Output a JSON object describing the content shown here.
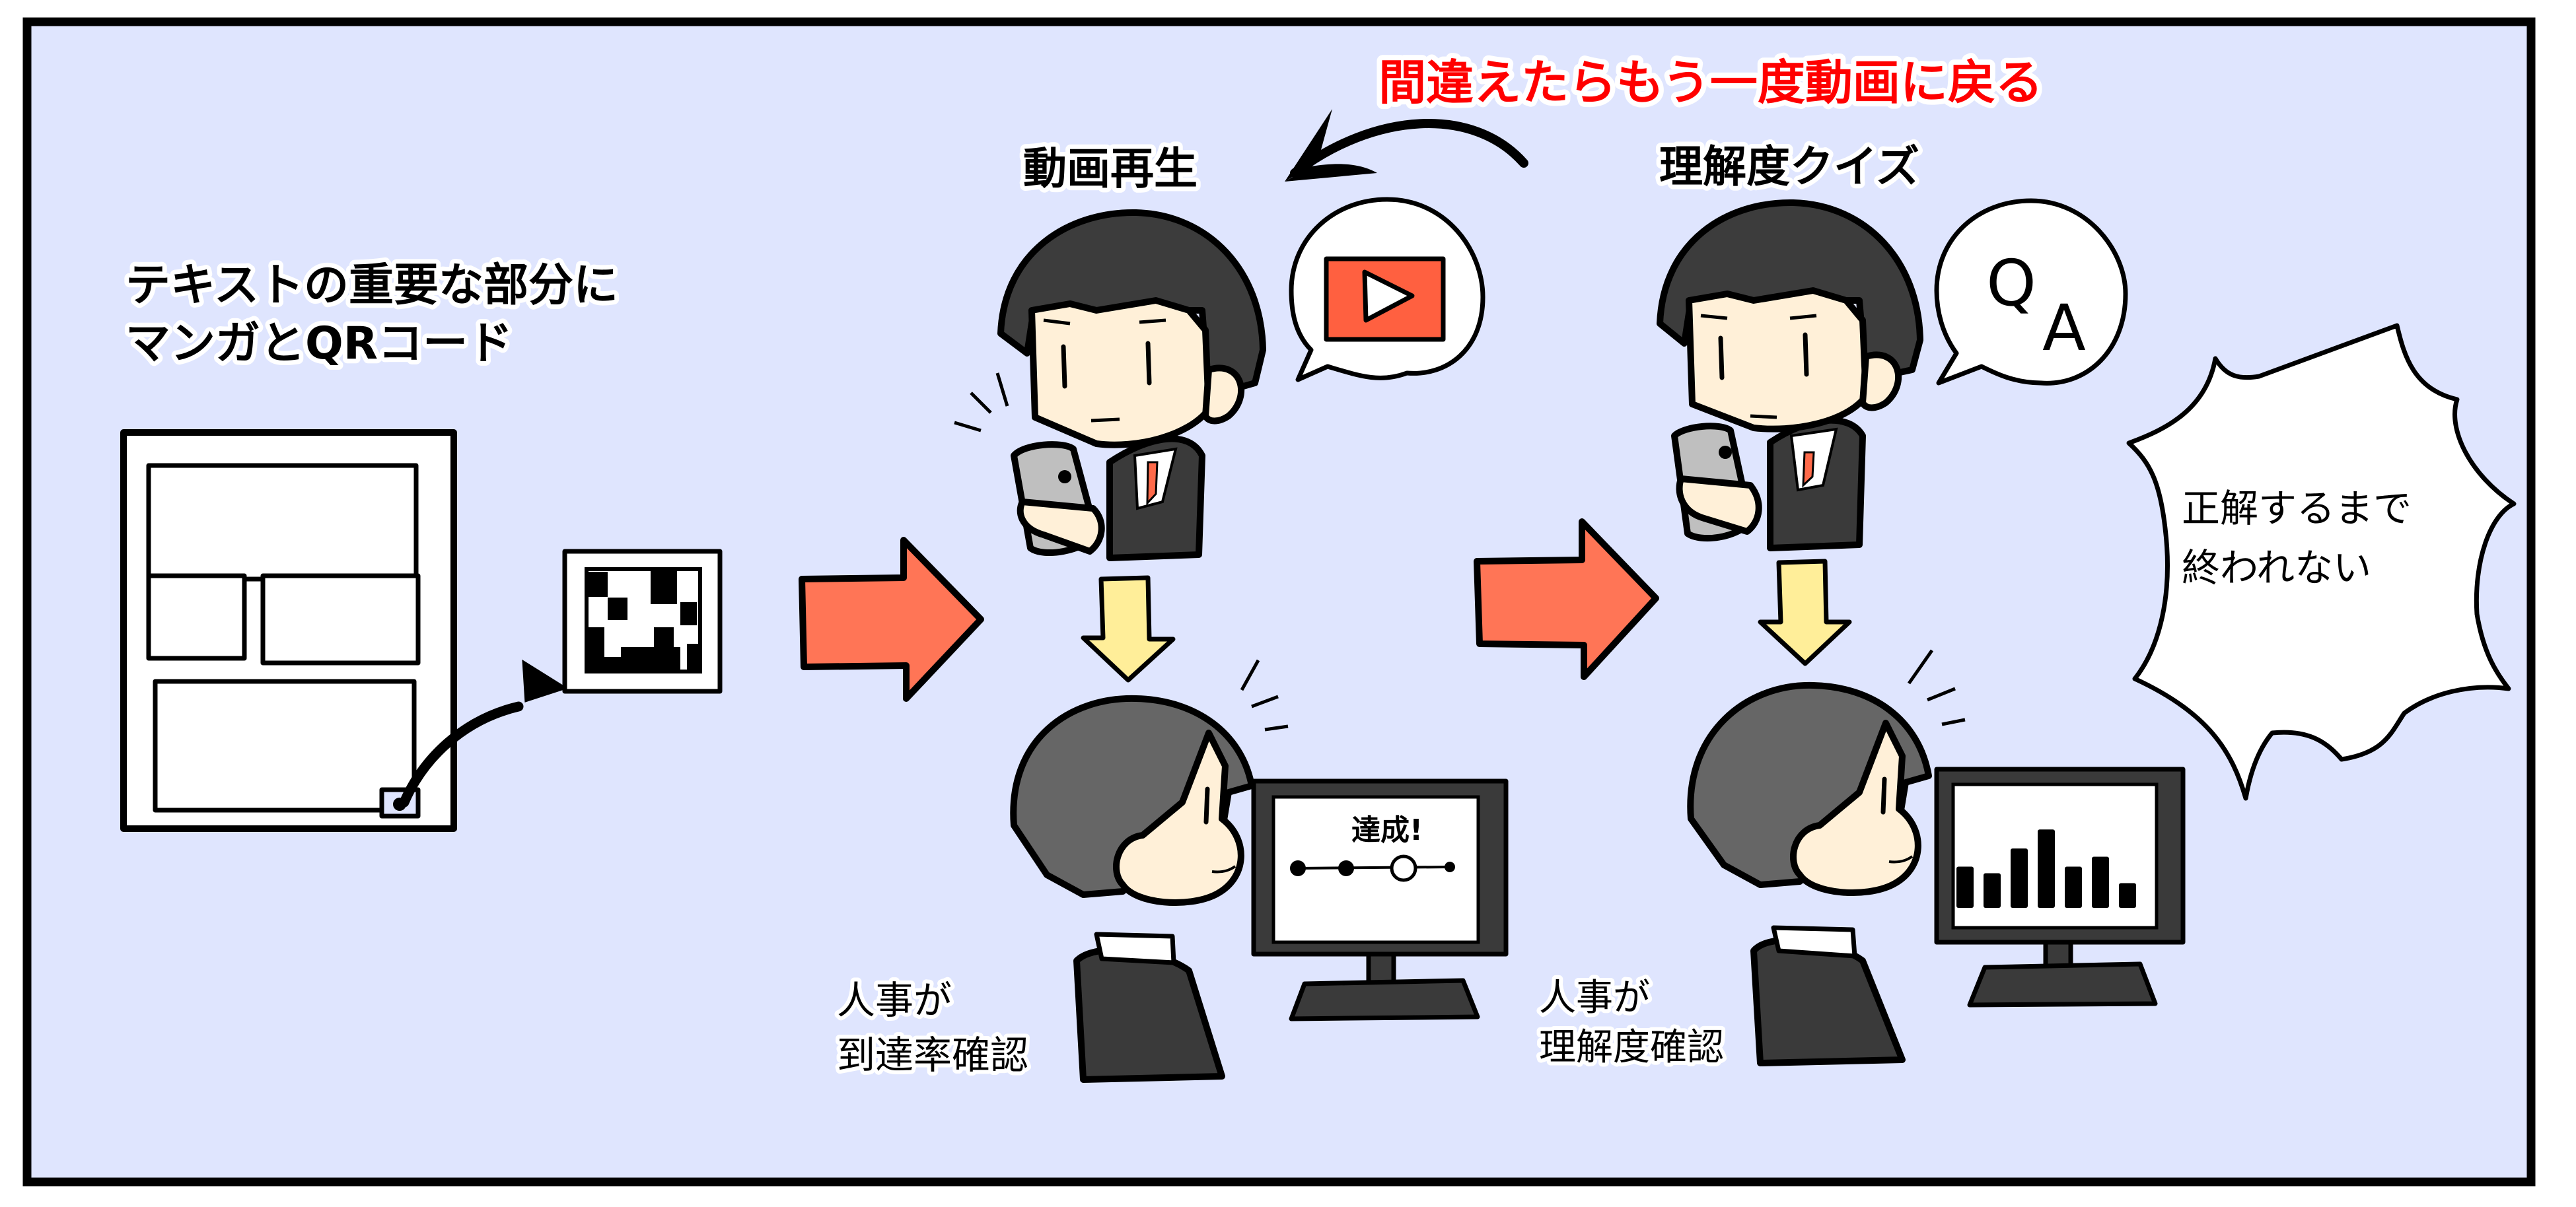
{
  "colors": {
    "panel_bg": "#dfe5fe",
    "frame": "#000000",
    "headline_red": "#ff0000",
    "flow_arrow": "#ff7556",
    "down_arrow": "#ffee99",
    "skin": "#fff0d8",
    "hair_dark": "#3c3c3c",
    "hair_gray": "#666666",
    "suit": "#3a3a3a",
    "phone": "#bfbfbf",
    "tie": "#ff6a4a",
    "play_box": "#ff6040"
  },
  "headline": {
    "text": "間違えたらもう一度動画に戻る"
  },
  "steps": [
    {
      "id": "document",
      "caption_lines": [
        "テキストの重要な部分に",
        "マンガとQRコード"
      ],
      "icon": "manga-document-with-qr-code"
    },
    {
      "id": "video",
      "title": "動画再生",
      "bubble_icon": "play-button-icon",
      "hr_caption_lines": [
        "人事が",
        "到達率確認"
      ],
      "monitor_label": "達成!",
      "monitor_icon": "progress-steps"
    },
    {
      "id": "quiz",
      "title": "理解度クイズ",
      "bubble_text": {
        "q": "Q",
        "a": "A"
      },
      "hr_caption_lines": [
        "人事が",
        "理解度確認"
      ],
      "monitor_icon": "bar-chart"
    }
  ],
  "burst": {
    "lines": [
      "正解するまで",
      "終われない"
    ]
  },
  "quiz_monitor_bars": [
    50,
    42,
    72,
    95,
    50,
    62,
    30
  ]
}
